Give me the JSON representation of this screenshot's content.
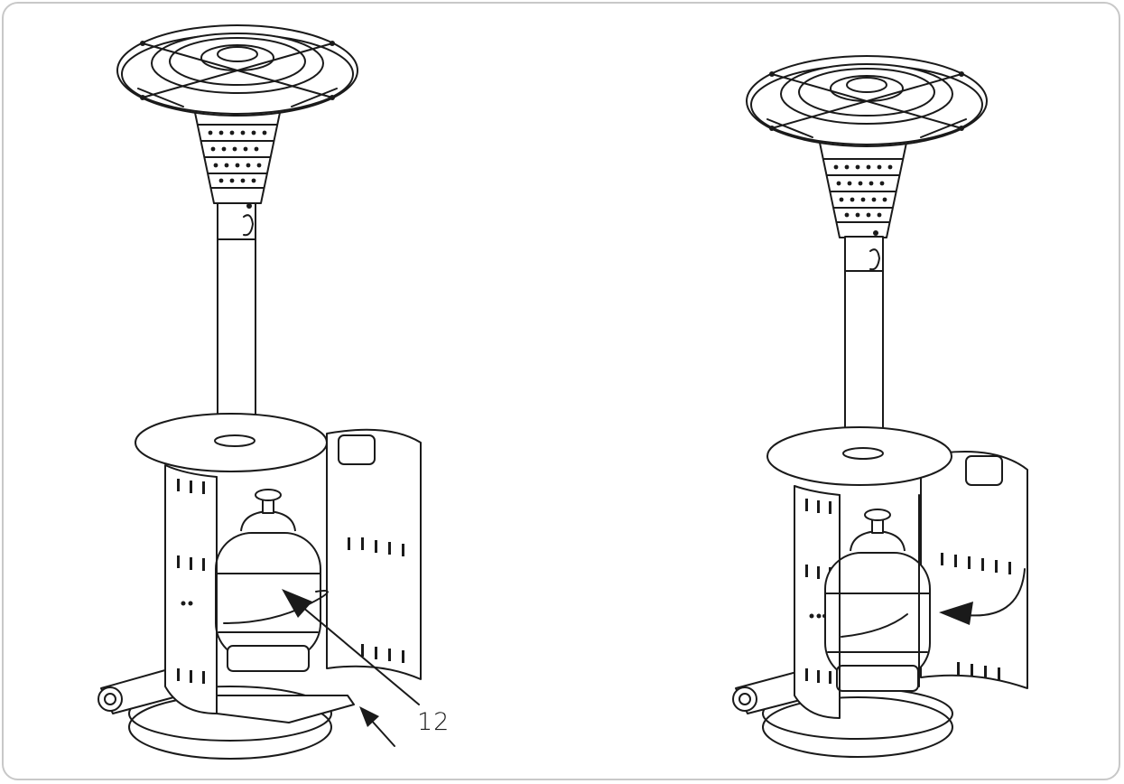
{
  "figure": {
    "callout": {
      "label": "12"
    },
    "panels": [
      {
        "state": "door-open-cylinder-inserted"
      },
      {
        "state": "door-closing"
      }
    ],
    "colors": {
      "line": "#1a1a1a",
      "frame": "#c8c8c8",
      "background": "#ffffff"
    }
  }
}
